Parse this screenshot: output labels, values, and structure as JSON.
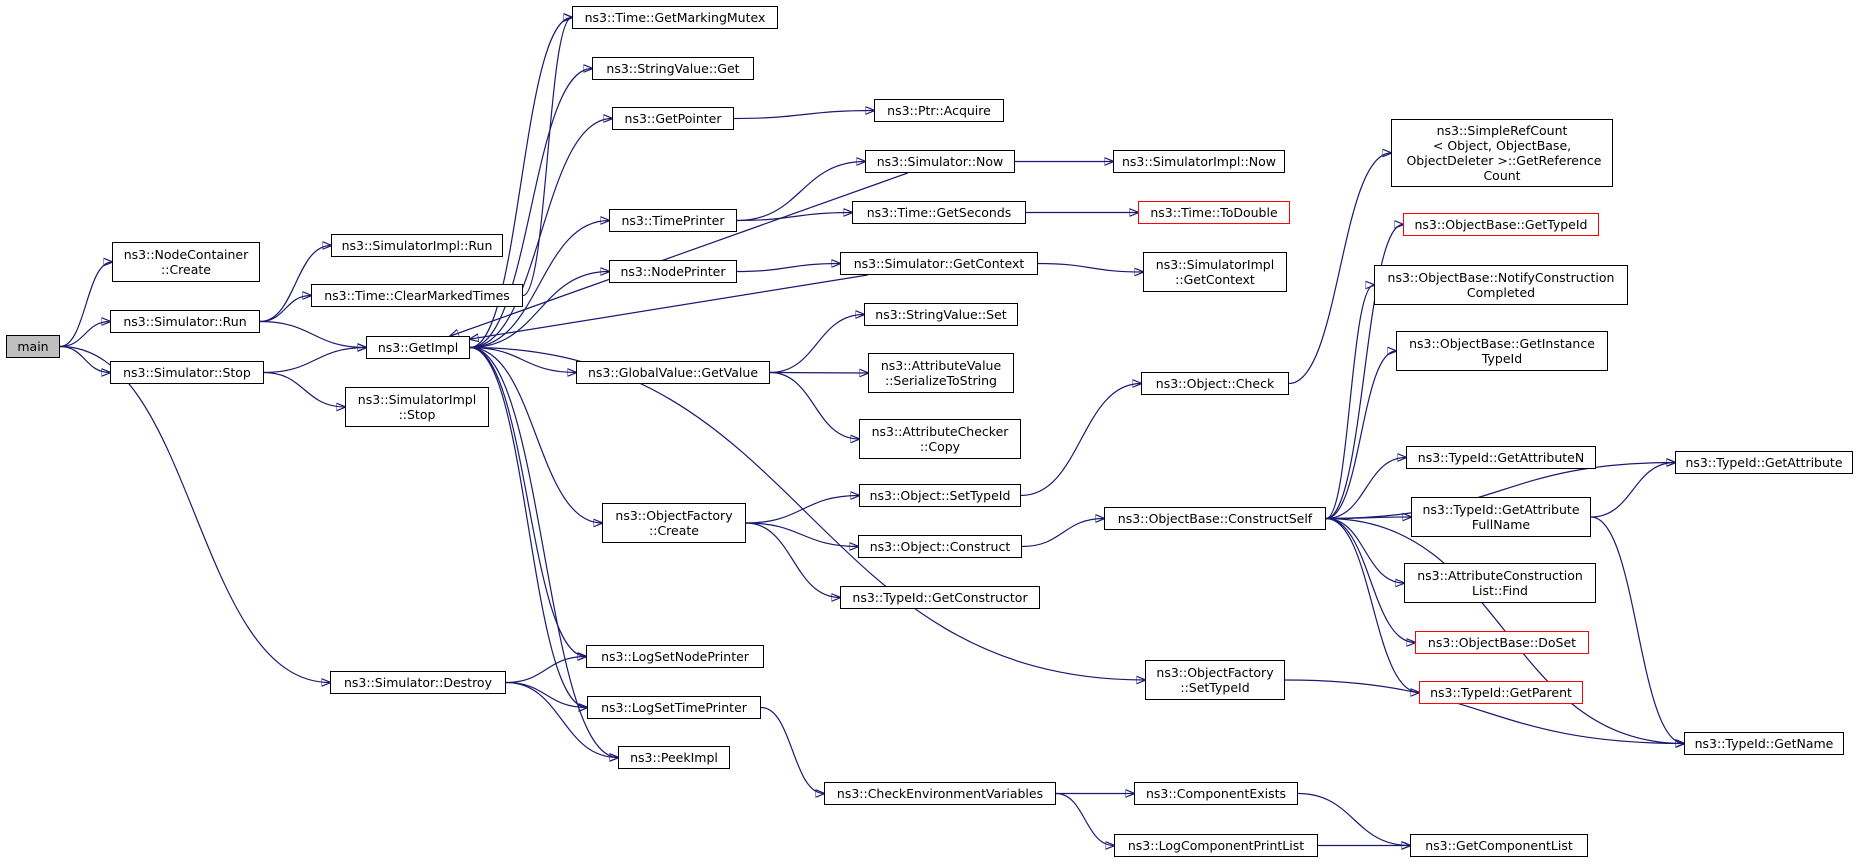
{
  "graph": {
    "edge_color": "#191970",
    "root_fill": "#bfbfbf",
    "undocumented_border": "#ff0000",
    "nodes": {
      "main": "main",
      "node_container_create": "ns3::NodeContainer\n::Create",
      "simulator_run": "ns3::Simulator::Run",
      "simulator_stop": "ns3::Simulator::Stop",
      "simulator_destroy": "ns3::Simulator::Destroy",
      "simulatorimpl_run": "ns3::SimulatorImpl::Run",
      "time_clear_marked_times": "ns3::Time::ClearMarkedTimes",
      "get_impl": "ns3::GetImpl",
      "simulatorimpl_stop": "ns3::SimulatorImpl\n::Stop",
      "time_get_marking_mutex": "ns3::Time::GetMarkingMutex",
      "stringvalue_get": "ns3::StringValue::Get",
      "get_pointer": "ns3::GetPointer",
      "time_printer": "ns3::TimePrinter",
      "node_printer": "ns3::NodePrinter",
      "globalvalue_get_value": "ns3::GlobalValue::GetValue",
      "objectfactory_create": "ns3::ObjectFactory\n::Create",
      "log_set_node_printer": "ns3::LogSetNodePrinter",
      "log_set_time_printer": "ns3::LogSetTimePrinter",
      "peek_impl": "ns3::PeekImpl",
      "ptr_acquire": "ns3::Ptr::Acquire",
      "simulator_now": "ns3::Simulator::Now",
      "time_get_seconds": "ns3::Time::GetSeconds",
      "simulator_get_context": "ns3::Simulator::GetContext",
      "stringvalue_set": "ns3::StringValue::Set",
      "attributevalue_serialize": "ns3::AttributeValue\n::SerializeToString",
      "attributechecker_copy": "ns3::AttributeChecker\n::Copy",
      "object_set_type_id": "ns3::Object::SetTypeId",
      "object_construct": "ns3::Object::Construct",
      "typeid_get_constructor": "ns3::TypeId::GetConstructor",
      "check_environment_variables": "ns3::CheckEnvironmentVariables",
      "simulatorimpl_now": "ns3::SimulatorImpl::Now",
      "time_to_double": "ns3::Time::ToDouble",
      "simulatorimpl_get_context": "ns3::SimulatorImpl\n::GetContext",
      "object_check": "ns3::Object::Check",
      "objectbase_construct_self": "ns3::ObjectBase::ConstructSelf",
      "objectfactory_set_type_id": "ns3::ObjectFactory\n::SetTypeId",
      "component_exists": "ns3::ComponentExists",
      "log_component_print_list": "ns3::LogComponentPrintList",
      "simple_ref_count_get_reference_count": "ns3::SimpleRefCount\n< Object, ObjectBase,\n ObjectDeleter >::GetReference\nCount",
      "objectbase_get_type_id": "ns3::ObjectBase::GetTypeId",
      "objectbase_notify_construction_completed": "ns3::ObjectBase::NotifyConstruction\nCompleted",
      "objectbase_get_instance_type_id": "ns3::ObjectBase::GetInstance\nTypeId",
      "typeid_get_attribute_n": "ns3::TypeId::GetAttributeN",
      "typeid_get_attribute_full_name": "ns3::TypeId::GetAttribute\nFullName",
      "attribute_construction_list_find": "ns3::AttributeConstruction\nList::Find",
      "objectbase_do_set": "ns3::ObjectBase::DoSet",
      "typeid_get_parent": "ns3::TypeId::GetParent",
      "get_component_list": "ns3::GetComponentList",
      "typeid_get_attribute": "ns3::TypeId::GetAttribute",
      "typeid_get_name": "ns3::TypeId::GetName"
    }
  }
}
